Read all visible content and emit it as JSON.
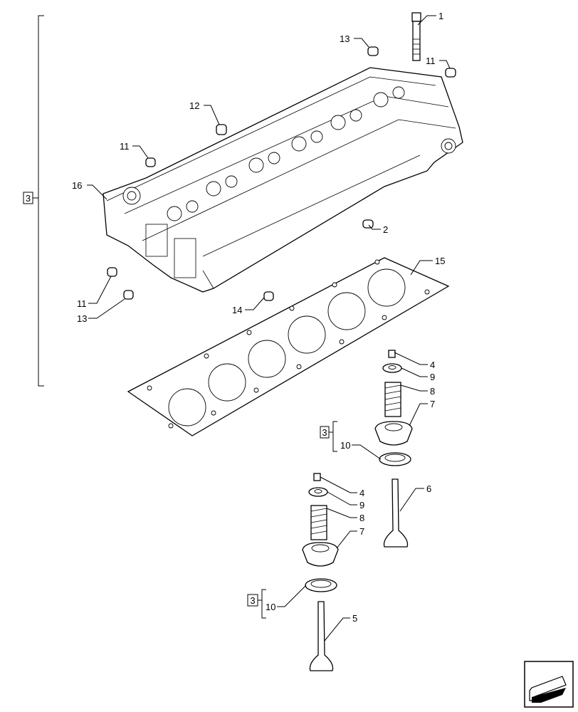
{
  "callouts": {
    "c1": "1",
    "c2": "2",
    "c4a": "4",
    "c4b": "4",
    "c5": "5",
    "c6": "6",
    "c7a": "7",
    "c7b": "7",
    "c8a": "8",
    "c8b": "8",
    "c9a": "9",
    "c9b": "9",
    "c10a": "10",
    "c10b": "10",
    "c11a": "11",
    "c11b": "11",
    "c11c": "11",
    "c12": "12",
    "c13a": "13",
    "c13b": "13",
    "c14": "14",
    "c15": "15",
    "c16": "16"
  },
  "group_refs": {
    "main": "3",
    "valve_upper": "3",
    "valve_lower": "3"
  },
  "nav_icon": "arrow-down-left-icon"
}
